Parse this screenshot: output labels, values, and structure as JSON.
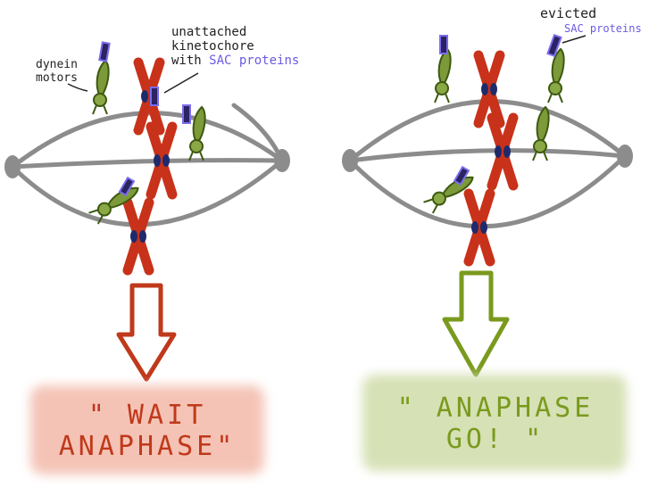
{
  "left_panel": {
    "dynein_label": "dynein",
    "motors_label": "motors",
    "kinetochore_line1": "unattached",
    "kinetochore_line2": "kinetochore",
    "kinetochore_with": "with",
    "sac_label": "SAC proteins",
    "banner_line1": "\" WAIT",
    "banner_line2": "ANAPHASE\"",
    "color": "#c0391b"
  },
  "right_panel": {
    "evicted_label": "evicted",
    "sac_label": "SAC proteins",
    "banner_line1": "\" ANAPHASE",
    "banner_line2": "GO! \"",
    "color": "#7a9a1e"
  }
}
